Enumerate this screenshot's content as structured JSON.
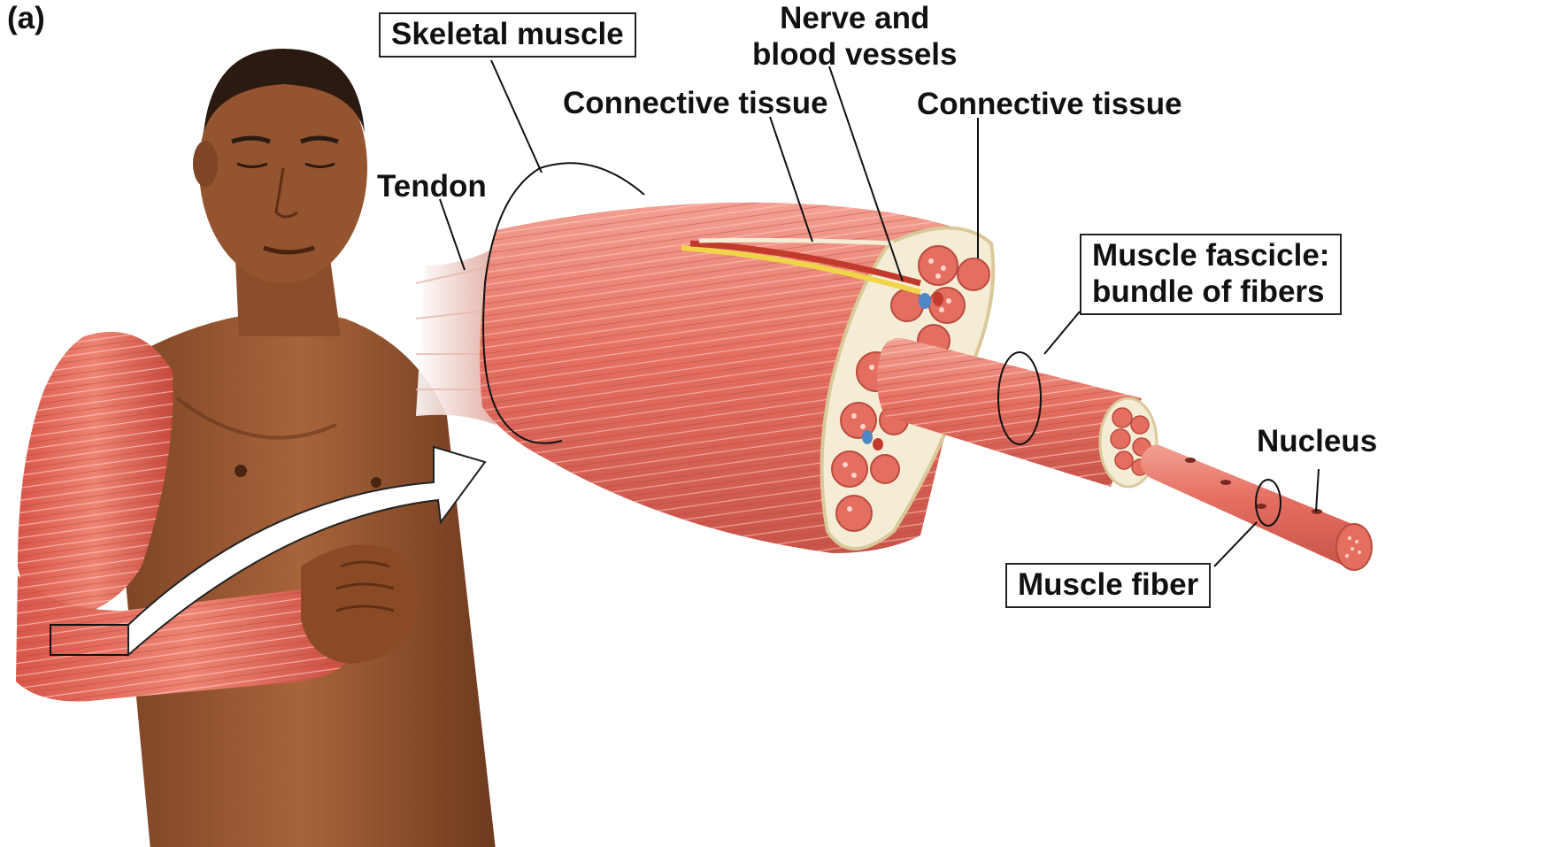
{
  "panel_letter": "(a)",
  "labels": {
    "skeletal_muscle": "Skeletal muscle",
    "tendon": "Tendon",
    "connective_tissue_1": "Connective tissue",
    "nerve_blood_vessels": "Nerve and\nblood vessels",
    "connective_tissue_2": "Connective tissue",
    "muscle_fascicle": "Muscle fascicle:\nbundle of fibers",
    "nucleus": "Nucleus",
    "muscle_fiber": "Muscle fiber"
  },
  "colors": {
    "muscle": "#e06a5e",
    "muscle_light": "#f19a8c",
    "muscle_dark": "#b8453c",
    "skin": "#9a5a32",
    "connective": "#f4ead0",
    "nerve": "#f1d44a",
    "vessel_red": "#c23a2c",
    "vessel_blue": "#4f86c6"
  }
}
